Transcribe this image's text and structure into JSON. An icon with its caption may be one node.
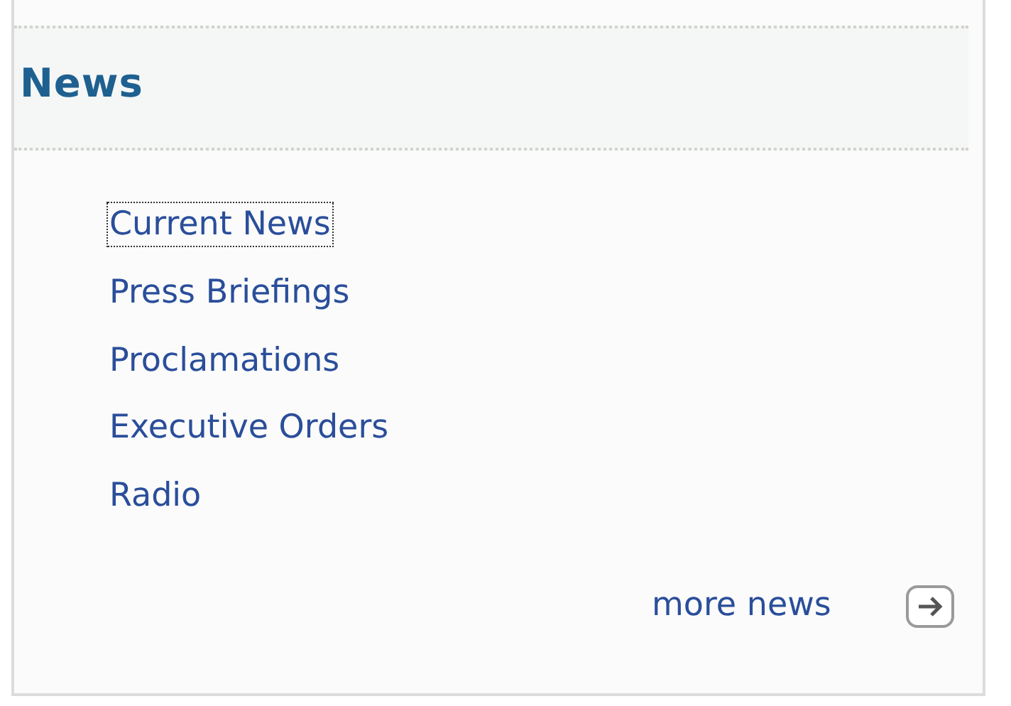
{
  "diagram": {
    "title": "News",
    "labels": [
      "Current News",
      "Press Briefings",
      "Proclamations",
      "Executive Orders",
      "Radio",
      "more news"
    ]
  }
}
